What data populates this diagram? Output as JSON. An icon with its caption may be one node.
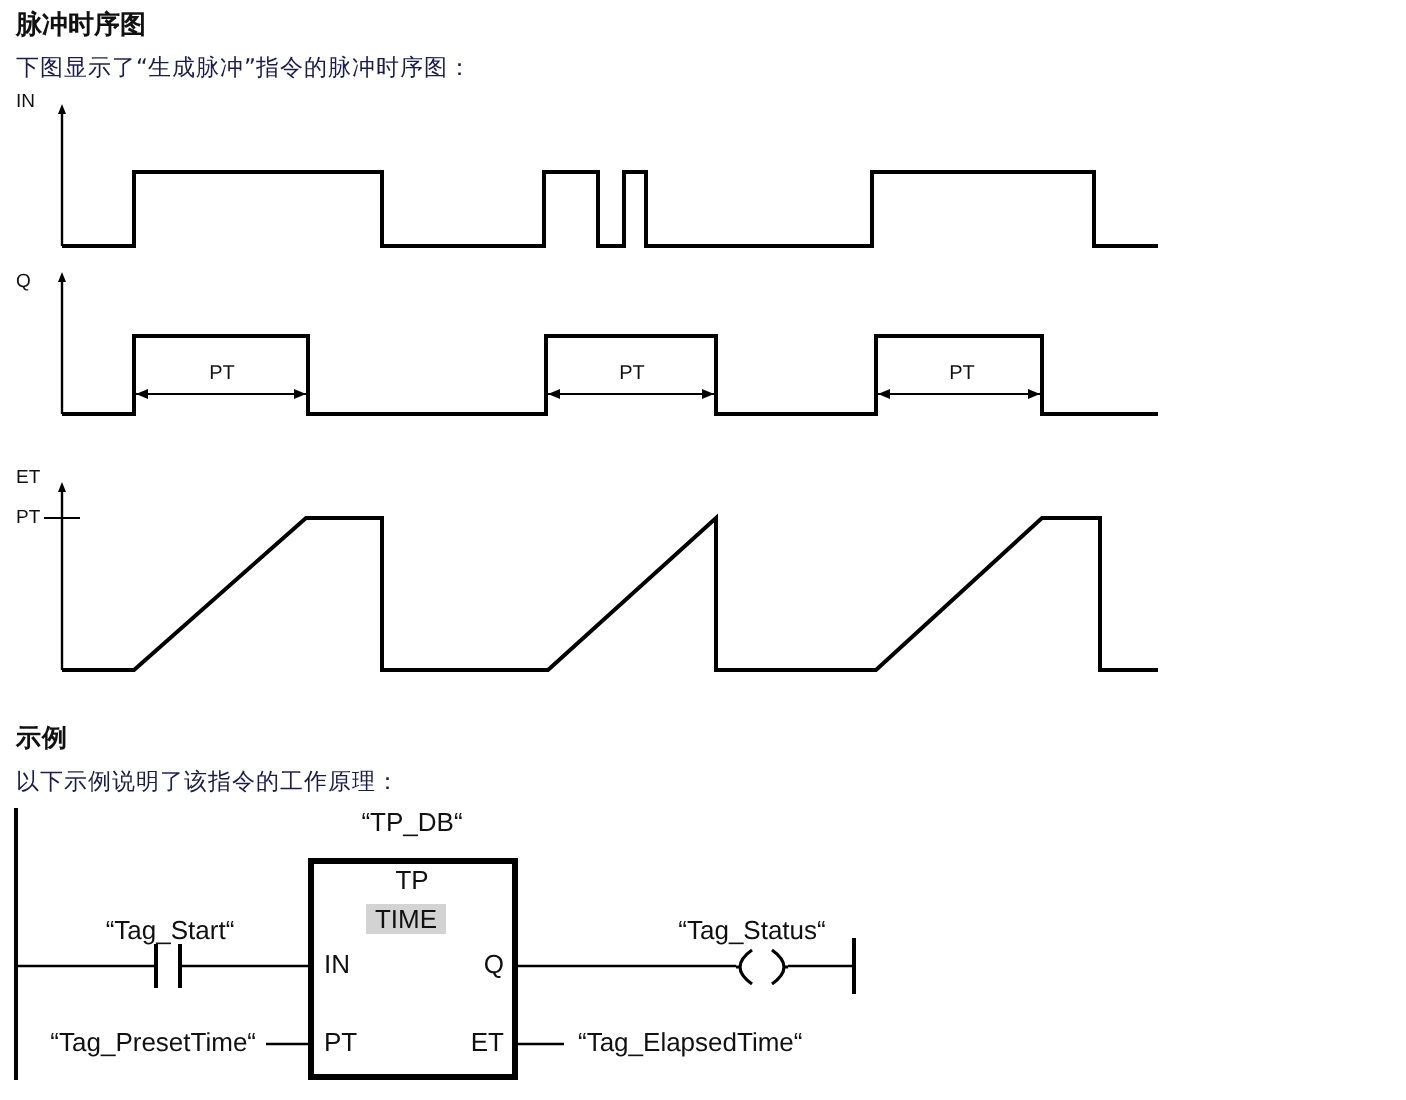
{
  "diagram": {
    "title": "脉冲时序图",
    "nodes": [
      {
        "text": [],
        "shape": "bar"
      },
      {
        "text": [],
        "shape": "contact",
        "beside": [
          "“Tag_Start“"
        ]
      },
      {
        "text": [
          "TP",
          "IN",
          "Q",
          "PT",
          "ET"
        ],
        "beside": [
          "“TP_DB“"
        ]
      },
      {
        "text": [
          "TIME"
        ],
        "in": 2
      },
      {
        "text": [],
        "shape": "coil",
        "beside": [
          "“Tag_Status“"
        ]
      },
      {
        "text": [],
        "shape": "bar"
      },
      {
        "text": [
          "“Tag_PresetTime“"
        ]
      },
      {
        "text": [
          "“Tag_ElapsedTime“"
        ]
      }
    ],
    "edges": [
      {
        "from": 0,
        "to": 1,
        "arrow": "none"
      },
      {
        "from": 1,
        "to": 2,
        "arrow": "none"
      },
      {
        "from": 2,
        "to": 4,
        "arrow": "none"
      },
      {
        "from": 4,
        "to": 5,
        "arrow": "none"
      },
      {
        "from": 6,
        "to": 2,
        "arrow": "none"
      },
      {
        "from": 2,
        "to": 7,
        "arrow": "none"
      }
    ],
    "labels": [
      "下图显示了“生成脉冲”指令的脉冲时序图：",
      "IN",
      "Q",
      "PT",
      "PT",
      "PT",
      "ET",
      "PT",
      "示例",
      "以下示例说明了该指令的工作原理："
    ]
  }
}
